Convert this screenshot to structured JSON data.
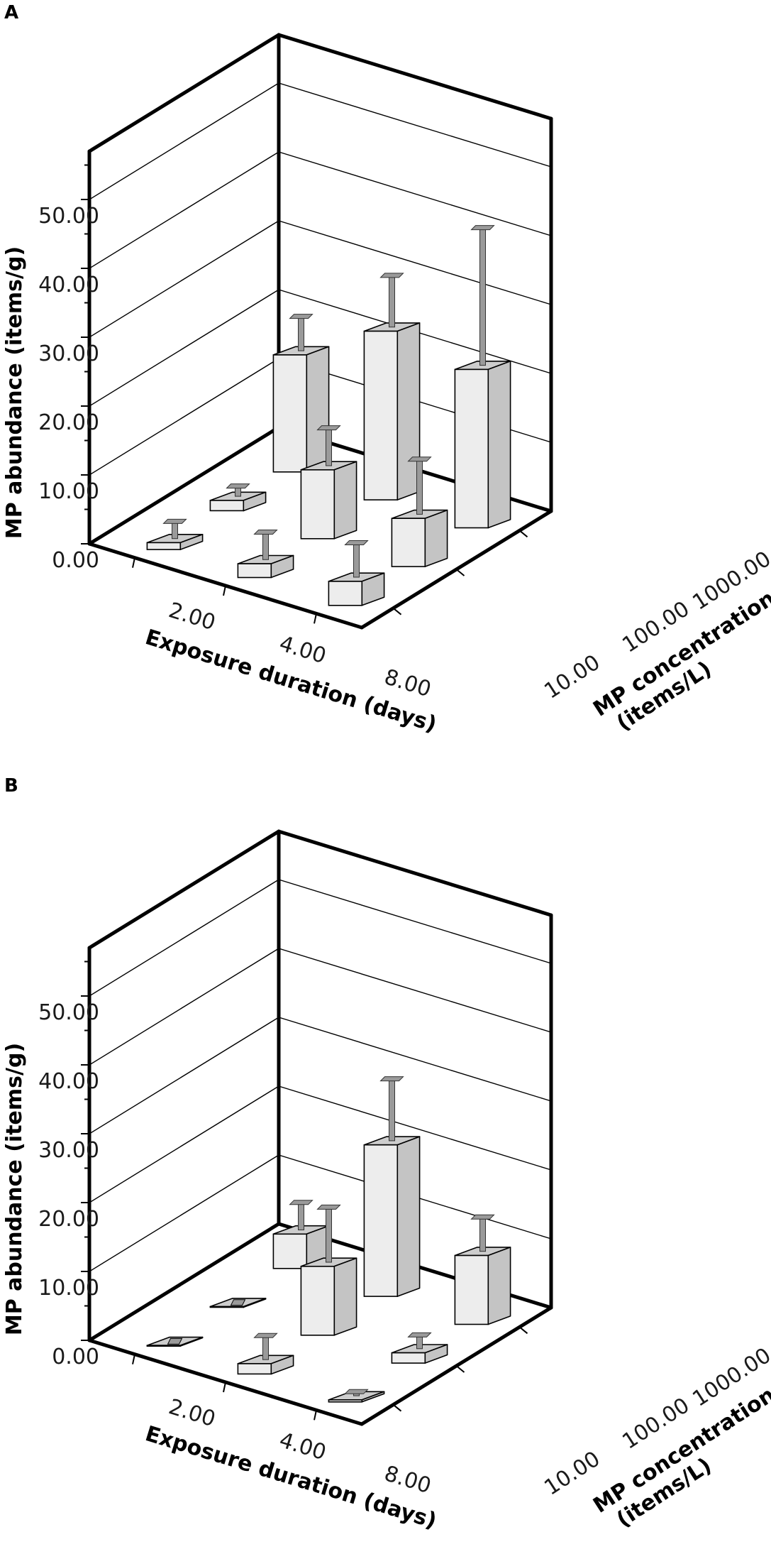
{
  "figure": {
    "panels": [
      {
        "letter": "A",
        "ylabel": "MP abundance (items/g)",
        "xlabel": "Exposure duration (days)",
        "zlabel_line1": "MP concentration",
        "zlabel_line2": "(items/L)",
        "yticks": [
          "0.00",
          "10.00",
          "20.00",
          "30.00",
          "40.00",
          "50.00"
        ],
        "xticks": [
          "2.00",
          "4.00",
          "8.00"
        ],
        "zticks": [
          "10.00",
          "100.00",
          "1000.00"
        ]
      },
      {
        "letter": "B",
        "ylabel": "MP abundance (items/g)",
        "xlabel": "Exposure duration (days)",
        "zlabel_line1": "MP concentration",
        "zlabel_line2": "(items/L)",
        "yticks": [
          "0.00",
          "10.00",
          "20.00",
          "30.00",
          "40.00",
          "50.00"
        ],
        "xticks": [
          "2.00",
          "4.00",
          "8.00"
        ],
        "zticks": [
          "10.00",
          "100.00",
          "1000.00"
        ]
      }
    ]
  },
  "colors": {
    "bar_front": "#ededed",
    "bar_top": "#cdcdcd",
    "bar_side": "#c4c4c4",
    "error_bar": "#9a9a9a",
    "frame": "#000000"
  },
  "chart_data": [
    {
      "type": "bar",
      "chart_subtype": "3d-bar",
      "panel": "A",
      "xlabel": "Exposure duration (days)",
      "ylabel": "MP abundance (items/g)",
      "zlabel": "MP concentration (items/L)",
      "x_categories": [
        "2.00",
        "4.00",
        "8.00"
      ],
      "z_categories": [
        "10.00",
        "100.00",
        "1000.00"
      ],
      "ylim": [
        0,
        55
      ],
      "grid": true,
      "bars": [
        {
          "duration": "2.00",
          "concentration": "10.00",
          "value": 1.0,
          "error": 2.5
        },
        {
          "duration": "4.00",
          "concentration": "10.00",
          "value": 2.0,
          "error": 4.0
        },
        {
          "duration": "8.00",
          "concentration": "10.00",
          "value": 3.5,
          "error": 5.0
        },
        {
          "duration": "2.00",
          "concentration": "100.00",
          "value": 1.5,
          "error": 1.5
        },
        {
          "duration": "4.00",
          "concentration": "100.00",
          "value": 10.0,
          "error": 5.5
        },
        {
          "duration": "8.00",
          "concentration": "100.00",
          "value": 7.0,
          "error": 8.0
        },
        {
          "duration": "2.00",
          "concentration": "1000.00",
          "value": 17.0,
          "error": 5.0
        },
        {
          "duration": "4.00",
          "concentration": "1000.00",
          "value": 24.5,
          "error": 7.5
        },
        {
          "duration": "8.00",
          "concentration": "1000.00",
          "value": 23.0,
          "error": 20.0
        }
      ]
    },
    {
      "type": "bar",
      "chart_subtype": "3d-bar",
      "panel": "B",
      "xlabel": "Exposure duration (days)",
      "ylabel": "MP abundance (items/g)",
      "zlabel": "MP concentration (items/L)",
      "x_categories": [
        "2.00",
        "4.00",
        "8.00"
      ],
      "z_categories": [
        "10.00",
        "100.00",
        "1000.00"
      ],
      "ylim": [
        0,
        55
      ],
      "grid": true,
      "bars": [
        {
          "duration": "2.00",
          "concentration": "10.00",
          "value": 0.1,
          "error": 0.1
        },
        {
          "duration": "4.00",
          "concentration": "10.00",
          "value": 1.5,
          "error": 3.5
        },
        {
          "duration": "8.00",
          "concentration": "10.00",
          "value": 0.3,
          "error": 0.6
        },
        {
          "duration": "2.00",
          "concentration": "100.00",
          "value": 0.1,
          "error": 0.1
        },
        {
          "duration": "4.00",
          "concentration": "100.00",
          "value": 10.0,
          "error": 8.0
        },
        {
          "duration": "8.00",
          "concentration": "100.00",
          "value": 1.5,
          "error": 2.0
        },
        {
          "duration": "2.00",
          "concentration": "1000.00",
          "value": 5.0,
          "error": 4.0
        },
        {
          "duration": "4.00",
          "concentration": "1000.00",
          "value": 22.0,
          "error": 9.0
        },
        {
          "duration": "8.00",
          "concentration": "1000.00",
          "value": 10.0,
          "error": 5.0
        }
      ]
    }
  ]
}
